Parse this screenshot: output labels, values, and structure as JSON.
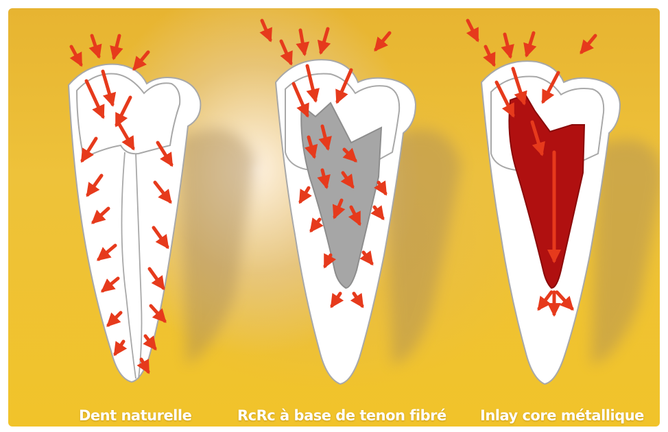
{
  "labels": {
    "tooth1": "Dent naturelle",
    "tooth2": "RcRc à base de tenon fibré",
    "tooth3": "Inlay core métallique"
  },
  "colors": {
    "background": "#eebd34",
    "tooth": "#ffffff",
    "outline": "#a8a8a8",
    "fiber_post": "#a6a6a6",
    "metal_core": "#b01010",
    "arrow": "#e63a1c",
    "label": "#ffffff"
  },
  "icons": [
    "force-arrow"
  ]
}
